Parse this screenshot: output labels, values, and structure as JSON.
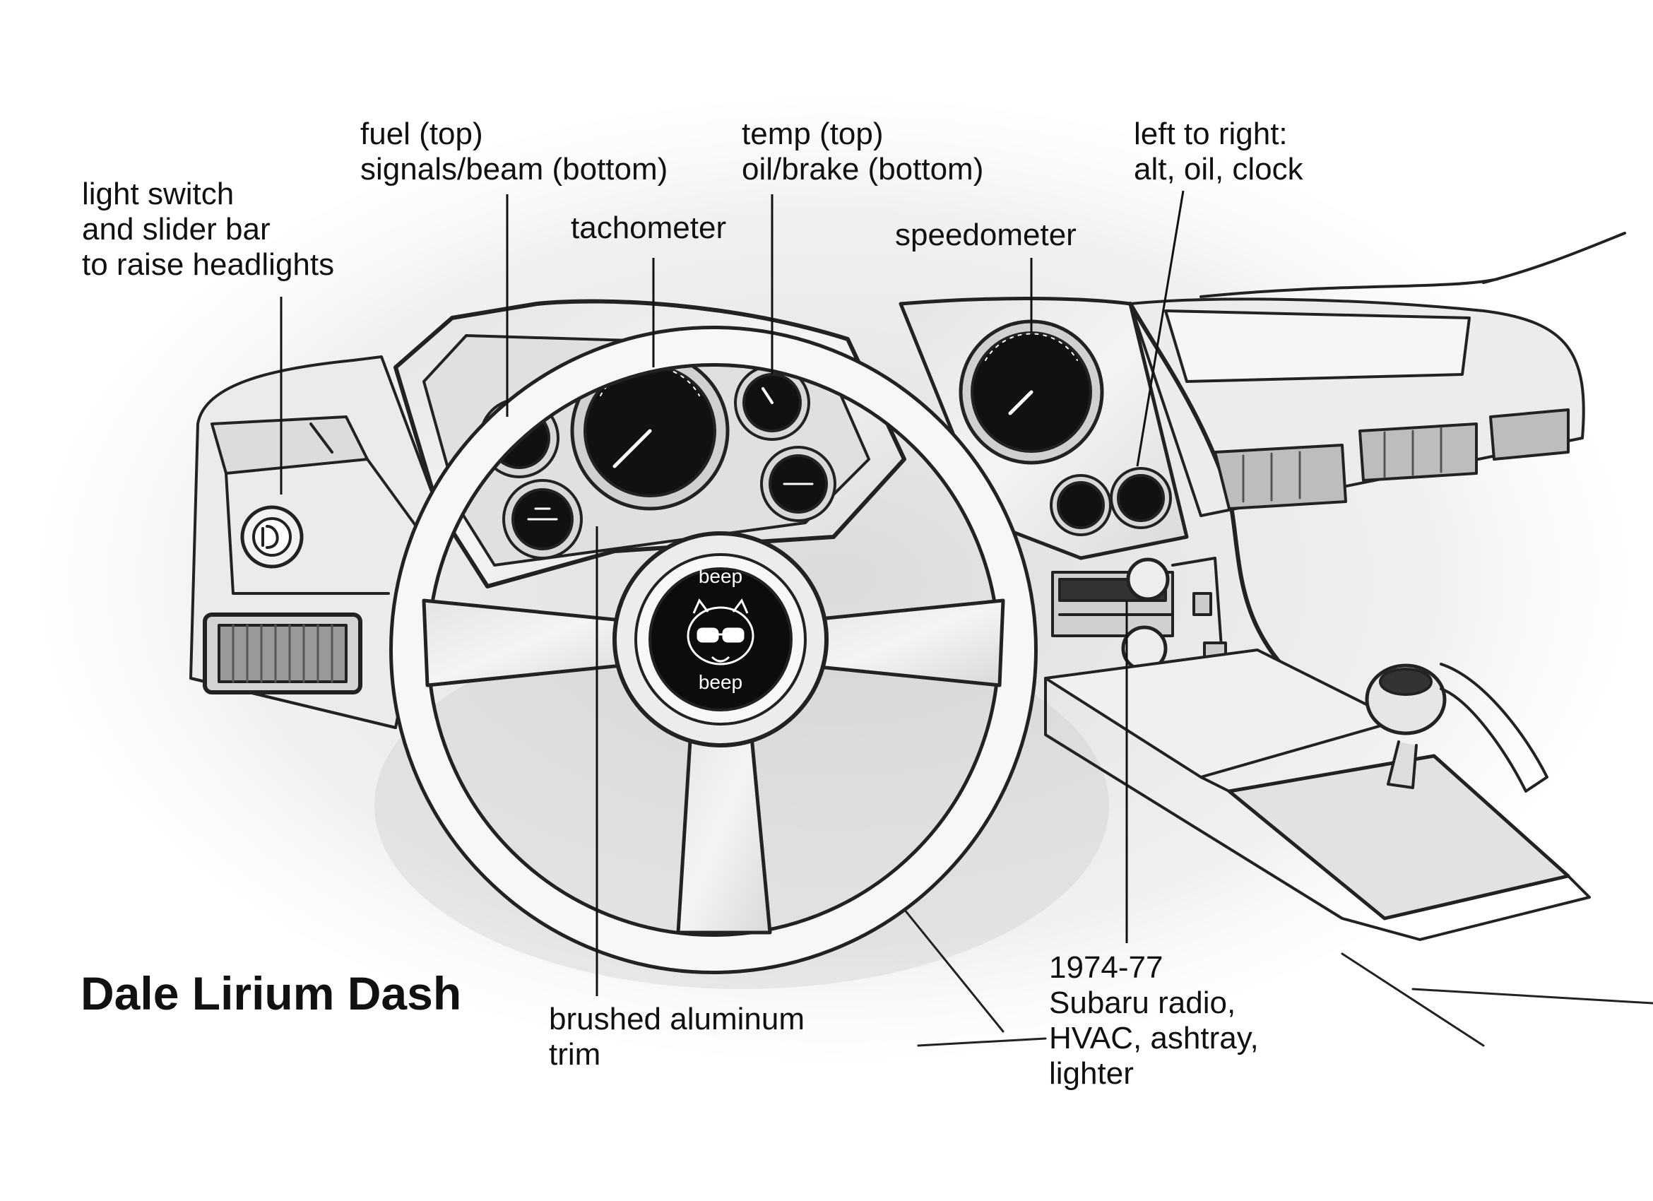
{
  "title": "Dale Lirium Dash",
  "labels": {
    "light_switch": [
      "light switch",
      "and slider bar",
      "to raise headlights"
    ],
    "fuel": [
      "fuel (top)",
      "signals/beam (bottom)"
    ],
    "tachometer": [
      "tachometer"
    ],
    "temp": [
      "temp (top)",
      "oil/brake (bottom)"
    ],
    "speedometer": [
      "speedometer"
    ],
    "aux_gauges": [
      "left to right:",
      "alt, oil, clock"
    ],
    "trim": [
      "brushed aluminum",
      "trim"
    ],
    "console": [
      "1974-77",
      "Subaru radio,",
      "HVAC, ashtray,",
      "lighter"
    ]
  },
  "horn": {
    "top": "beep",
    "bottom": "beep"
  }
}
